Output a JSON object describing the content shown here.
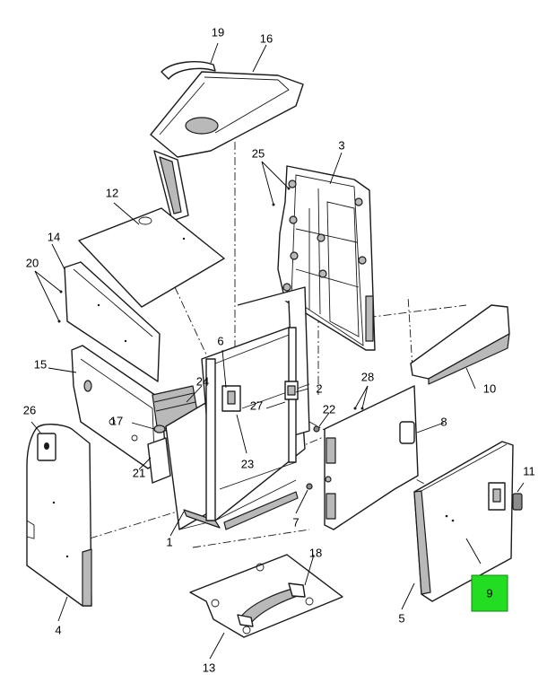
{
  "callouts": {
    "c1": "1",
    "c2": "2",
    "c3": "3",
    "c4": "4",
    "c5": "5",
    "c6": "6",
    "c7": "7",
    "c8": "8",
    "c9": "9",
    "c10": "10",
    "c11": "11",
    "c12": "12",
    "c13": "13",
    "c14": "14",
    "c15": "15",
    "c16": "16",
    "c17": "17",
    "c18": "18",
    "c19": "19",
    "c20": "20",
    "c21": "21",
    "c22": "22",
    "c23": "23",
    "c24": "24",
    "c25": "25",
    "c26": "26",
    "c27": "27",
    "c28": "28"
  },
  "highlight": {
    "callout": "9",
    "color": "#22dd22"
  }
}
